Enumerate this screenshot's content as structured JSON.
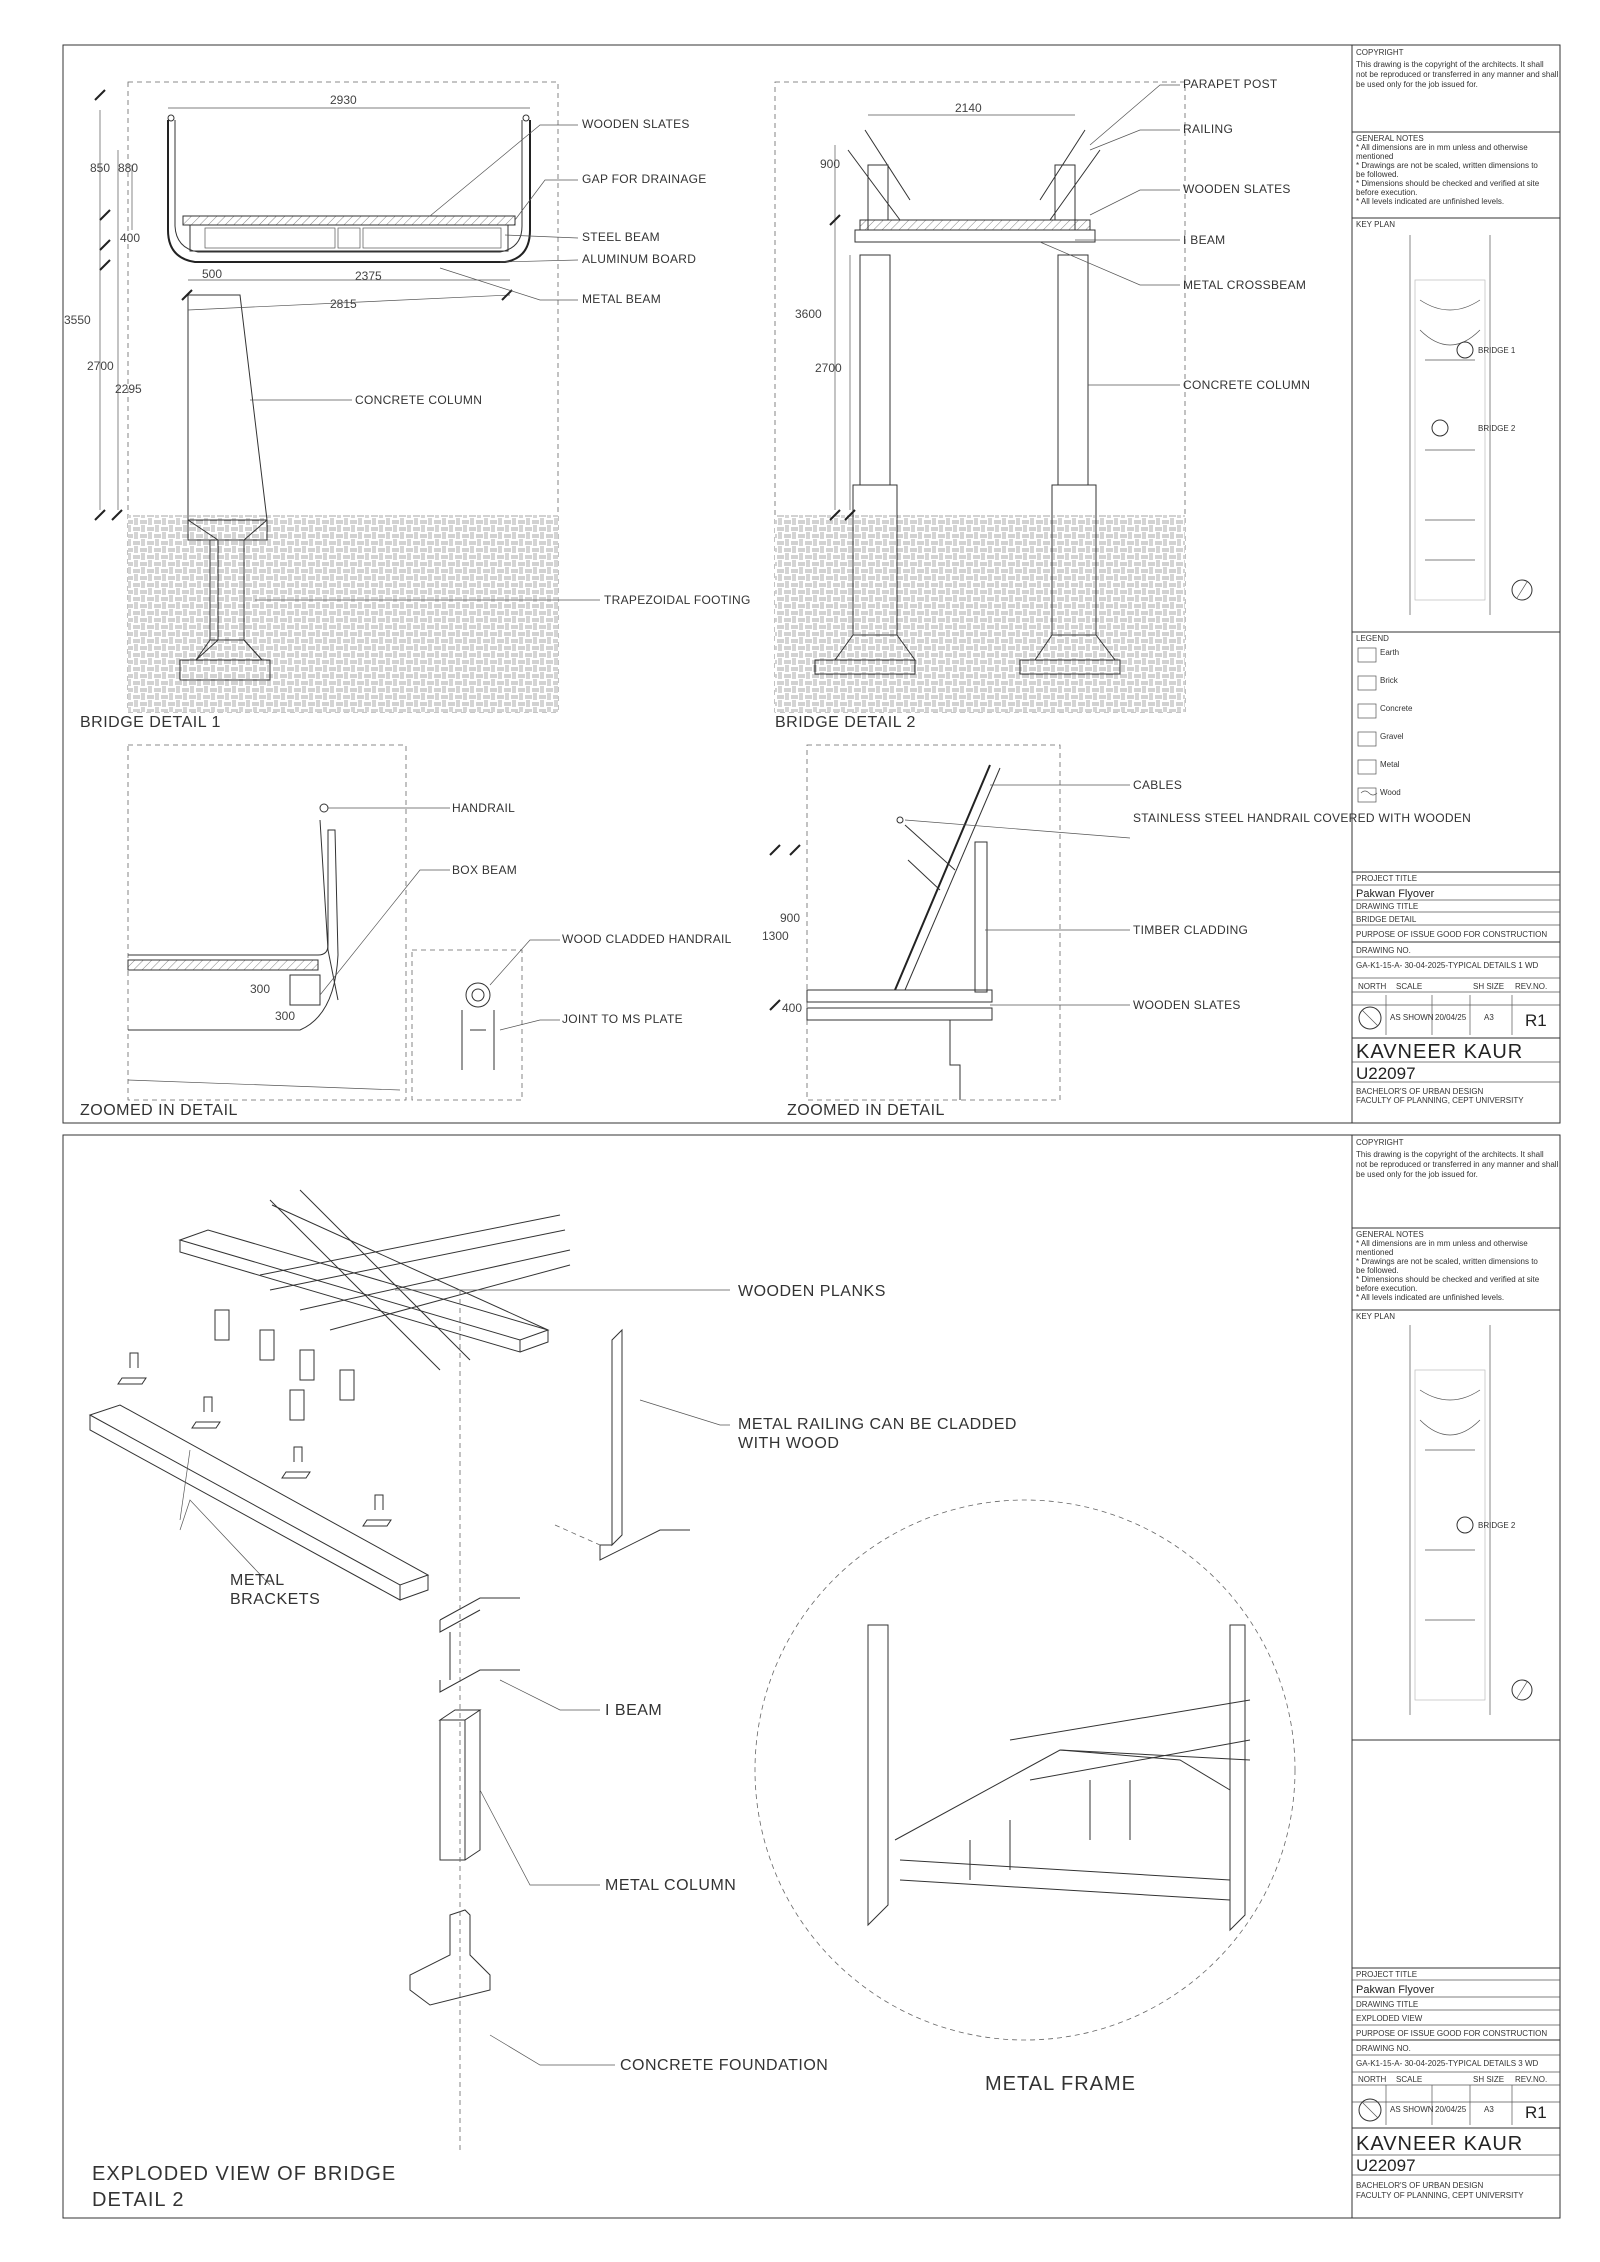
{
  "sheet1": {
    "bridge1": {
      "title": "BRIDGE DETAIL  1",
      "labels": [
        "WOODEN SLATES",
        "GAP FOR DRAINAGE",
        "STEEL BEAM",
        "ALUMINUM BOARD",
        "METAL BEAM",
        "CONCRETE COLUMN",
        "TRAPEZOIDAL FOOTING"
      ],
      "dims": {
        "top": "2930",
        "h850": "850",
        "h880": "880",
        "h400": "400",
        "w500": "500",
        "w2375": "2375",
        "w2815": "2815",
        "h3550": "3550",
        "h2700": "2700",
        "h2295": "2295"
      }
    },
    "bridge2": {
      "title": "BRIDGE  DETAIL 2",
      "labels": [
        "PARAPET POST",
        "RAILING",
        "WOODEN SLATES",
        "I BEAM",
        "METAL CROSSBEAM",
        "CONCRETE COLUMN"
      ],
      "dims": {
        "top": "2140",
        "h900": "900",
        "h3600": "3600",
        "h2700": "2700"
      }
    },
    "zoom1": {
      "title": "ZOOMED IN DETAIL",
      "labels": [
        "HANDRAIL",
        "BOX BEAM",
        "WOOD CLADDED HANDRAIL",
        "JOINT TO MS PLATE"
      ],
      "dims": {
        "d300a": "300",
        "d300b": "300"
      }
    },
    "zoom2": {
      "title": "ZOOMED IN DETAIL",
      "labels": [
        "CABLES",
        "STAINLESS STEEL HANDRAIL COVERED WITH WOODEN",
        "TIMBER CLADDING",
        "WOODEN SLATES"
      ],
      "dims": {
        "h900": "900",
        "h1300": "1300",
        "h400": "400"
      }
    },
    "titleblock": {
      "copyright_h": "COPYRIGHT",
      "copyright": [
        "This drawing is the copyright of the architects.  It shall",
        "not be reproduced or transferred in any manner and shall",
        "be used only for the job issued for."
      ],
      "notes_h": "GENERAL NOTES",
      "notes": [
        "* All dimensions are in mm unless and otherwise",
        "mentioned",
        "* Drawings are not be scaled, written dimensions to",
        "be followed.",
        "* Dimensions should be checked and verified at site",
        "before execution.",
        "* All levels indicated are unfinished levels."
      ],
      "keyplan_h": "KEY PLAN",
      "keyplan_marks": [
        "BRIDGE 1",
        "BRIDGE 2"
      ],
      "legend_h": "LEGEND",
      "legend": [
        "Earth",
        "Brick",
        "Concrete",
        "Gravel",
        "Metal",
        "Wood"
      ],
      "project_title_h": "PROJECT TITLE",
      "project_title": "Pakwan Flyover",
      "drawing_title_h": "DRAWING TITLE",
      "drawing_title": "BRIDGE DETAIL",
      "purpose": "PURPOSE OF ISSUE    GOOD FOR CONSTRUCTION",
      "drawing_no_h": "DRAWING NO.",
      "drawing_no": "GA-K1-15-A- 30-04-2025-TYPICAL DETAILS 1  WD",
      "north": "NORTH",
      "scale_h": "SCALE",
      "scale": "AS SHOWN",
      "date": "20/04/25",
      "sh_size_h": "SH SIZE",
      "sh_size": "A3",
      "rev_h": "REV.NO.",
      "rev": "R1",
      "author": "KAVNEER KAUR",
      "id": "U22097",
      "school1": "BACHELOR'S OF URBAN DESIGN",
      "school2": "FACULTY OF PLANNING, CEPT UNIVERSITY"
    }
  },
  "sheet2": {
    "title1": "EXPLODED VIEW OF BRIDGE",
    "title2": "DETAIL 2",
    "labels": {
      "planks": "WOODEN PLANKS",
      "railing1": "METAL RAILING CAN BE CLADDED",
      "railing2": "WITH WOOD",
      "brackets1": "METAL",
      "brackets2": "BRACKETS",
      "ibeam": "I BEAM",
      "column": "METAL COLUMN",
      "foundation": "CONCRETE FOUNDATION",
      "frame": "METAL FRAME"
    },
    "titleblock": {
      "keyplan_marks": [
        "BRIDGE 2"
      ],
      "project_title": "Pakwan Flyover",
      "drawing_title": "EXPLODED VIEW",
      "purpose": "PURPOSE OF ISSUE    GOOD FOR CONSTRUCTION",
      "drawing_no": "GA-K1-15-A- 30-04-2025-TYPICAL DETAILS 3 WD",
      "scale": "AS SHOWN",
      "date": "20/04/25",
      "sh_size": "A3",
      "rev": "R1",
      "author": "KAVNEER KAUR",
      "id": "U22097",
      "school1": "BACHELOR'S OF URBAN DESIGN",
      "school2": "FACULTY OF PLANNING, CEPT UNIVERSITY"
    }
  }
}
